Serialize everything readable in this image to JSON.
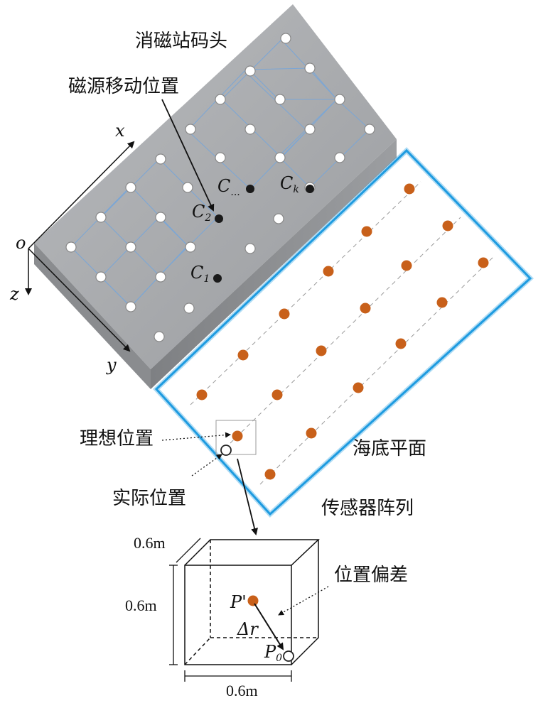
{
  "labels": {
    "station_head": "消磁站码头",
    "source_moving": "磁源移动位置",
    "ideal_position": "理想位置",
    "actual_position": "实际位置",
    "seabed_plane": "海底平面",
    "sensor_array": "传感器阵列",
    "position_deviation": "位置偏差"
  },
  "axes": {
    "origin": "o",
    "x": "x",
    "y": "y",
    "z": "z"
  },
  "source_points": [
    {
      "main": "C",
      "sub": "1"
    },
    {
      "main": "C",
      "sub": "2"
    },
    {
      "main": "C",
      "sub": "..."
    },
    {
      "main": "C",
      "sub": "k"
    }
  ],
  "cube": {
    "width_label": "0.6m",
    "depth_label": "0.6m",
    "height_label": "0.6m",
    "p_prime": "P'",
    "delta_r": "Δr",
    "p0": "P",
    "p0_sub": "0"
  },
  "colors": {
    "slab_top": "#aeb0b3",
    "slab_front": "#8c8e91",
    "sensor": "#c8601a",
    "frame": "#1e9be0",
    "grid_line": "#7aa6d6"
  }
}
